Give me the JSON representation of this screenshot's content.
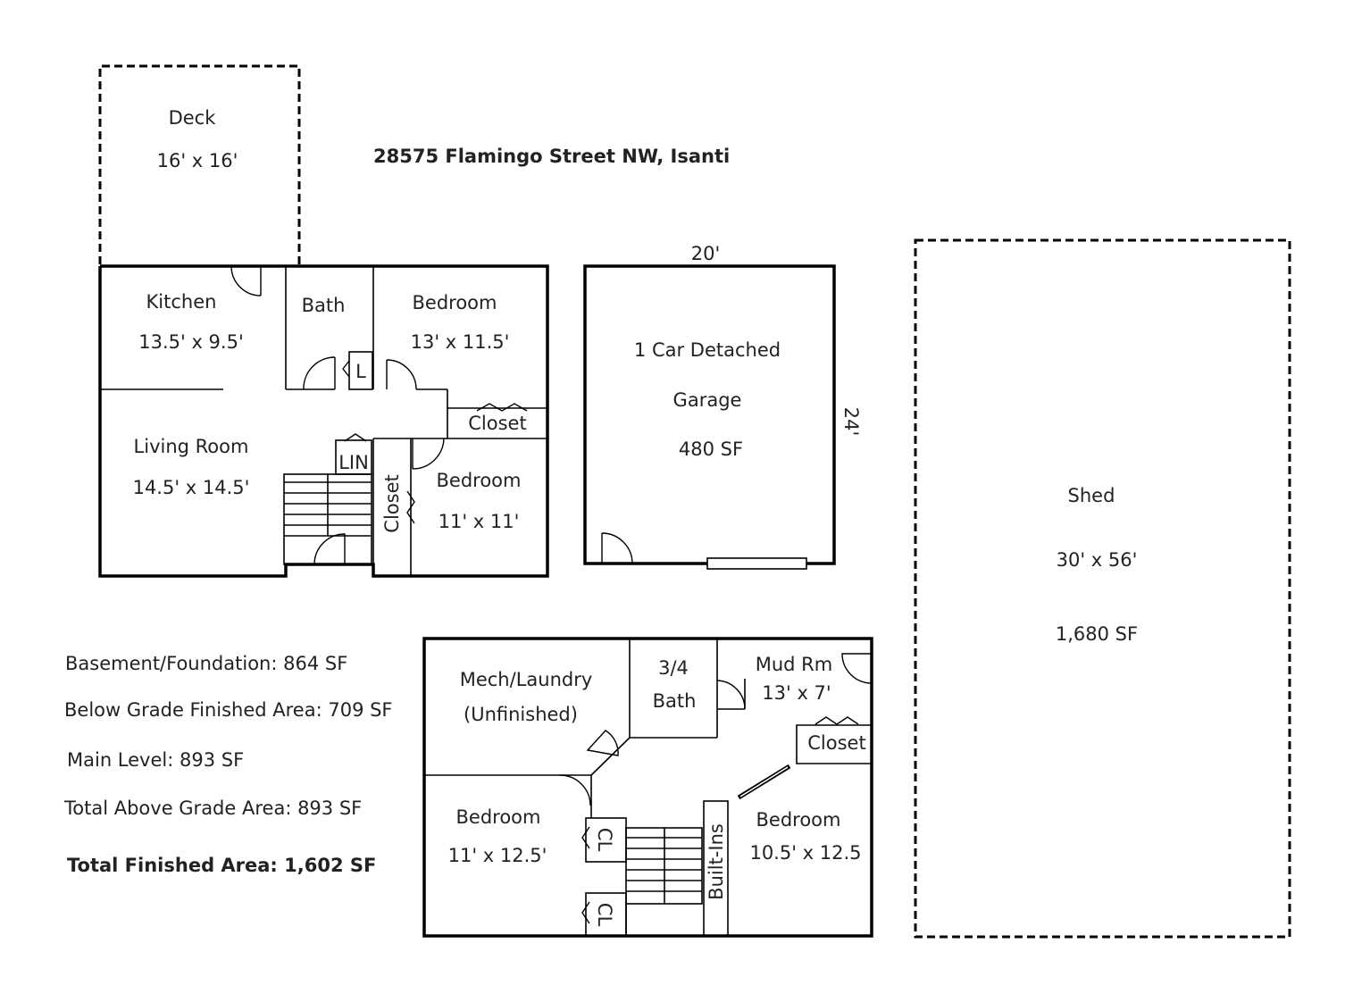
{
  "title": "28575 Flamingo Street NW, Isanti",
  "deck": {
    "name": "Deck",
    "size": "16' x 16'"
  },
  "main_level": {
    "kitchen": {
      "name": "Kitchen",
      "size": "13.5' x 9.5'"
    },
    "bath": {
      "name": "Bath"
    },
    "linen_small": "L",
    "bedroom1": {
      "name": "Bedroom",
      "size": "13' x 11.5'"
    },
    "closet1": "Closet",
    "living": {
      "name": "Living Room",
      "size": "14.5' x 14.5'"
    },
    "lin": "LIN",
    "closet2": "Closet",
    "bedroom2": {
      "name": "Bedroom",
      "size": "11' x 11'"
    }
  },
  "garage": {
    "width": "20'",
    "depth": "24'",
    "line1": "1 Car Detached",
    "line2": "Garage",
    "area": "480 SF"
  },
  "shed": {
    "name": "Shed",
    "size": "30' x 56'",
    "area": "1,680 SF"
  },
  "lower_level": {
    "mech_line1": "Mech/Laundry",
    "mech_line2": "(Unfinished)",
    "bath_line1": "3/4",
    "bath_line2": "Bath",
    "mud": {
      "name": "Mud Rm",
      "size": "13' x 7'"
    },
    "closet": "Closet",
    "bedroom1": {
      "name": "Bedroom",
      "size": "11' x 12.5'"
    },
    "cl1": "CL",
    "cl2": "CL",
    "builtins": "Built-Ins",
    "bedroom2": {
      "name": "Bedroom",
      "size": "10.5' x 12.5"
    }
  },
  "summary": {
    "basement": "Basement/Foundation: 864 SF",
    "below_grade": "Below Grade Finished Area: 709 SF",
    "main": "Main Level: 893 SF",
    "above_grade": "Total Above Grade Area: 893 SF",
    "total_finished": "Total Finished Area: 1,602 SF"
  }
}
